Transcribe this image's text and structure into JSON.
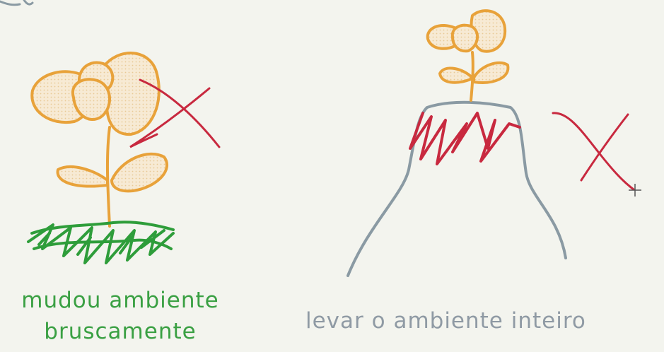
{
  "captions": {
    "left_line1": "mudou ambiente",
    "left_line2": "bruscamente",
    "right": "levar o ambiente inteiro"
  },
  "colors": {
    "background": "#f3f4ee",
    "flower": "#e8a23a",
    "flower_fill": "#f6e2c2",
    "grass": "#2e9d3a",
    "cross": "#c8293f",
    "hill": "#8a9aa3",
    "caption_left": "#3aa043",
    "caption_right": "#8f9aa4"
  },
  "icons": {
    "left_flower": "flower-icon",
    "left_cross": "x-mark-icon",
    "right_flower": "flower-icon",
    "right_cross": "x-mark-icon",
    "cursor": "crosshair-cursor-icon"
  }
}
